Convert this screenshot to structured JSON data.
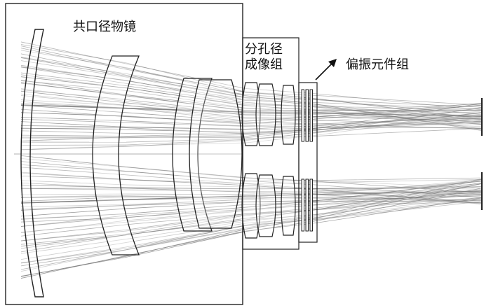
{
  "labels": {
    "objective": "共口径物镜",
    "split_line1": "分孔径",
    "split_line2": "成像组",
    "polarizer": "偏振元件组"
  },
  "colors": {
    "ray": "#7a7a7a",
    "lens": "#222222",
    "frame": "#222222",
    "background": "#ffffff"
  }
}
